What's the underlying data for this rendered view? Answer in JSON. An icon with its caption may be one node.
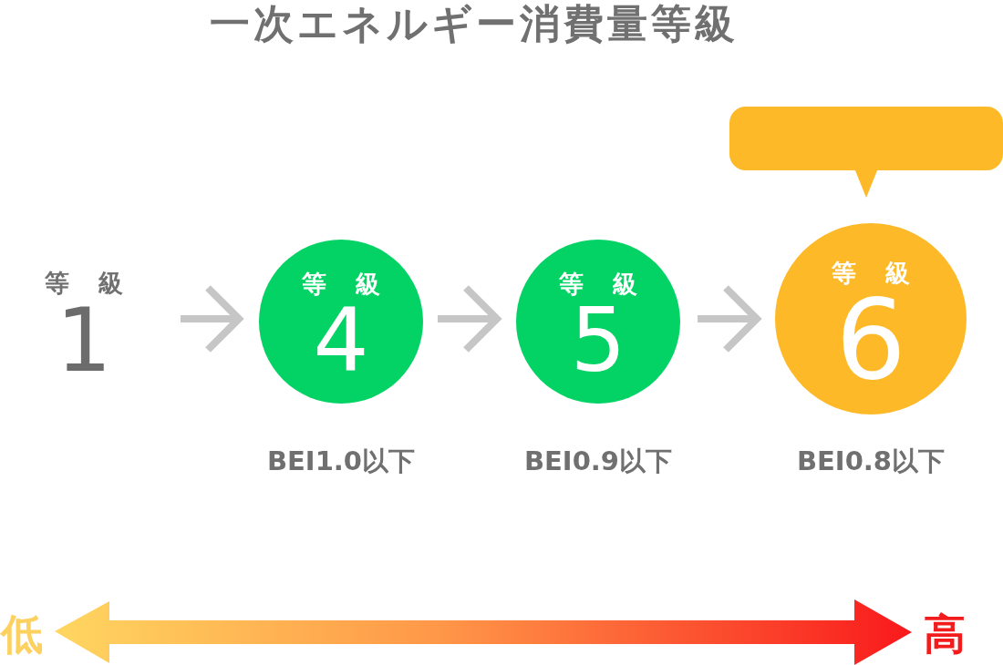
{
  "diagram": {
    "title": "一次エネルギー消費量等級",
    "nodes": [
      {
        "text": [
          "等級",
          "1"
        ]
      },
      {
        "text": [
          "等級",
          "4"
        ],
        "beside": [
          "BEI1.0以下"
        ]
      },
      {
        "text": [
          "等級",
          "5"
        ],
        "beside": [
          "BEI0.9以下"
        ]
      },
      {
        "text": [
          "等級",
          "6"
        ],
        "beside": [
          "BEI0.8以下"
        ]
      },
      {
        "text": [],
        "shape": "box"
      }
    ],
    "edges": [
      {
        "from": 0,
        "to": 1,
        "arrow": "to"
      },
      {
        "from": 1,
        "to": 2,
        "arrow": "to"
      },
      {
        "from": 2,
        "to": 3,
        "arrow": "to"
      },
      {
        "from": 4,
        "to": 3,
        "arrow": "to",
        "color": "#fdb927"
      }
    ],
    "labels": [
      "低",
      "高"
    ]
  }
}
